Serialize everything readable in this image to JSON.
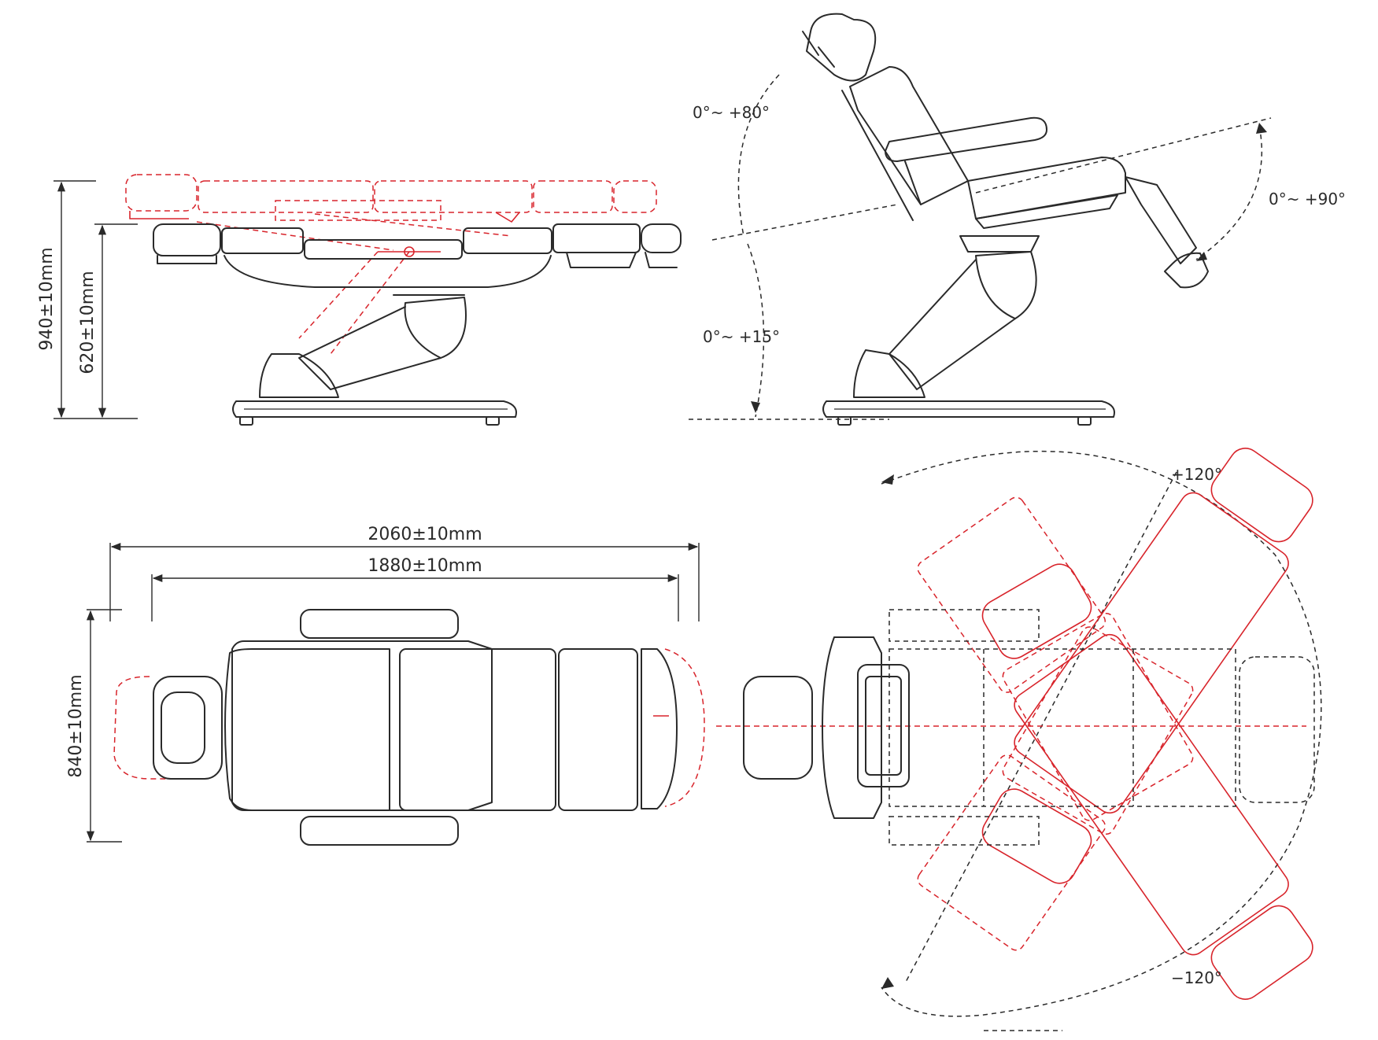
{
  "dimensions": {
    "height_max": "940±10mm",
    "height_min": "620±10mm",
    "length_total": "2060±10mm",
    "length_body": "1880±10mm",
    "width": "840±10mm"
  },
  "angles": {
    "backrest": "0°~ +80°",
    "seat_tilt": "0°~ +15°",
    "leg_rest": "0°~ +90°",
    "rotation_plus": "+120°",
    "rotation_minus": "−120°"
  },
  "colors": {
    "line": "#2a2a2a",
    "highlight": "#d8242b"
  }
}
